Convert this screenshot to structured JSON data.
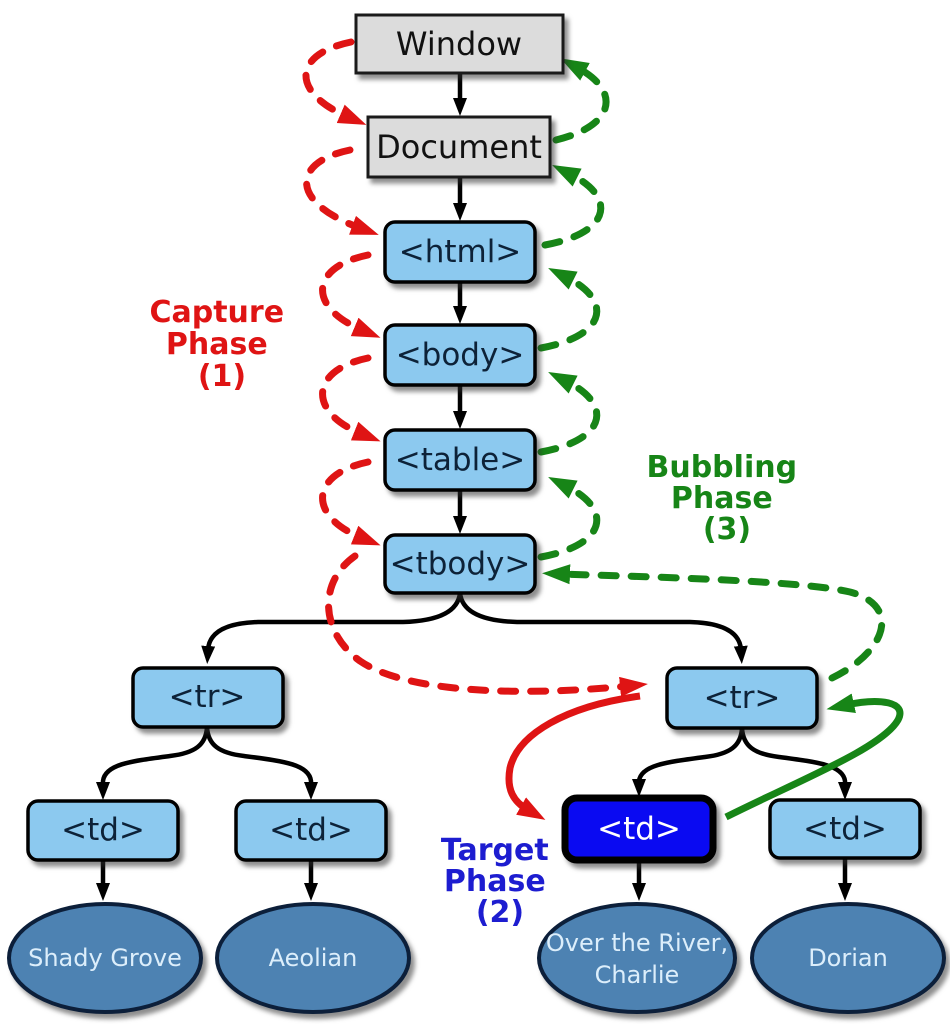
{
  "nodes": {
    "window": {
      "label": "Window"
    },
    "document": {
      "label": "Document"
    },
    "html": {
      "label": "<html>"
    },
    "body": {
      "label": "<body>"
    },
    "table": {
      "label": "<table>"
    },
    "tbody": {
      "label": "<tbody>"
    },
    "tr_left": {
      "label": "<tr>"
    },
    "tr_right": {
      "label": "<tr>"
    },
    "td_left_1": {
      "label": "<td>"
    },
    "td_left_2": {
      "label": "<td>"
    },
    "td_target": {
      "label": "<td>"
    },
    "td_right": {
      "label": "<td>"
    },
    "leaf_shady_grove": {
      "label": "Shady Grove"
    },
    "leaf_aeolian": {
      "label": "Aeolian"
    },
    "leaf_over_the_river": {
      "line1": "Over the River,",
      "line2": "Charlie"
    },
    "leaf_dorian": {
      "label": "Dorian"
    }
  },
  "phase_labels": {
    "capture": {
      "line1": "Capture",
      "line2": "Phase",
      "line3": "(1)"
    },
    "bubbling": {
      "line1": "Bubbling",
      "line2": "Phase",
      "line3": "(3)"
    },
    "target": {
      "line1": "Target",
      "line2": "Phase",
      "line3": "(2)"
    }
  },
  "colors": {
    "capture_red": "#df1414",
    "bubbling_green": "#178517",
    "target_label_blue": "#1d1dd0",
    "target_node_fill": "#0a0af2",
    "element_node_fill": "#8cc9ef",
    "element_node_text": "#0d2238",
    "root_node_fill": "#dcdcdc",
    "leaf_node_fill": "#4d82b2",
    "leaf_node_text": "#dceefb"
  }
}
